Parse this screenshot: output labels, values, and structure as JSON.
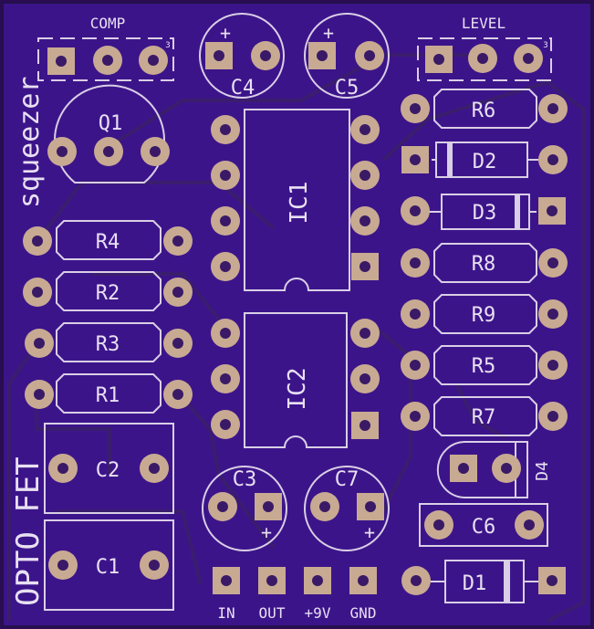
{
  "board": {
    "background": "#2b0b55",
    "board_fill": "#3c148a",
    "silk_color": "#d9cfe6",
    "pad_color": "#c8aa92"
  },
  "labels": {
    "comp": "COMP",
    "level": "LEVEL",
    "squeezer": "squeezer",
    "opto_fet": "OPTO FET",
    "q1": "Q1",
    "c4": "C4",
    "c5": "C5",
    "ic1": "IC1",
    "ic2": "IC2",
    "r1": "R1",
    "r2": "R2",
    "r3": "R3",
    "r4": "R4",
    "r5": "R5",
    "r6": "R6",
    "r7": "R7",
    "r8": "R8",
    "r9": "R9",
    "d1": "D1",
    "d2": "D2",
    "d3": "D3",
    "d4": "D4",
    "c1": "C1",
    "c2": "C2",
    "c3": "C3",
    "c6": "C6",
    "c7": "C7",
    "plus": "+",
    "pot_pin3": "3",
    "conn_in": "IN",
    "conn_out": "OUT",
    "conn_9v": "+9V",
    "conn_gnd": "GND"
  }
}
